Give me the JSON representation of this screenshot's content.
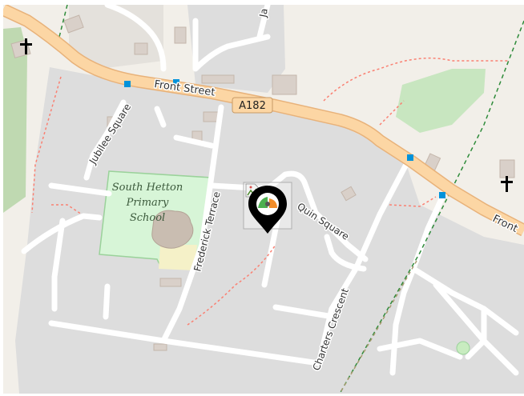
{
  "map": {
    "colors": {
      "background": "#f2efe9",
      "residential": "#dddddd",
      "road_minor": "#ffffff",
      "road_primary": "#fcd6a4",
      "road_primary_casing": "#e8b27a",
      "school": "#d7f5d7",
      "school_border": "#9ad29a",
      "park": "#c8e6c0",
      "wood": "#add19e",
      "building": "#d9d0c9",
      "building_border": "#c4b6ab",
      "path": "#fa8072",
      "rail_path": "#2e8b3a",
      "bus_stop": "#0092da",
      "marker": "#000000"
    },
    "labels": {
      "front_street": "Front Street",
      "front_street_east": "Front",
      "road_ref": "A182",
      "jubilee_square": "Jubilee Square",
      "quin_square": "Quin Square",
      "frederick_terrace": "Frederick Terrace",
      "charters_crescent": "Charters Crescent",
      "school_line1": "South Hetton",
      "school_line2": "Primary",
      "school_line3": "School",
      "partial_road": "Ja"
    },
    "icons": {
      "church": "place-of-worship-cross-icon",
      "marker": "map-marker-pin-icon",
      "bus_stop": "bus-stop-icon"
    }
  }
}
